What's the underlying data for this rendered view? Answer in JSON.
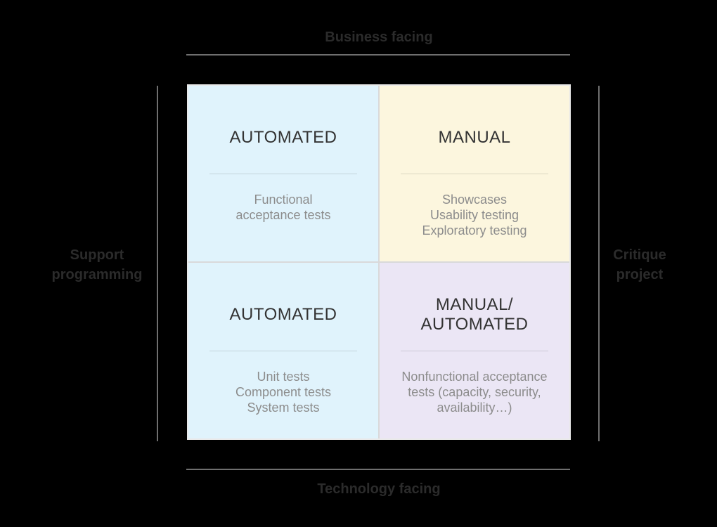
{
  "axes": {
    "top": {
      "label": "Business facing"
    },
    "bottom": {
      "label": "Technology facing"
    },
    "left": {
      "label": "Support\nprogramming"
    },
    "right": {
      "label": "Critique\nproject"
    }
  },
  "quadrants": {
    "top_left": {
      "heading": "AUTOMATED",
      "body": "Functional\nacceptance tests",
      "bg": "#e0f3fc"
    },
    "top_right": {
      "heading": "MANUAL",
      "body": "Showcases\nUsability testing\nExploratory testing",
      "bg": "#fcf6de"
    },
    "bottom_left": {
      "heading": "AUTOMATED",
      "body": "Unit tests\nComponent tests\nSystem tests",
      "bg": "#e0f3fc"
    },
    "bottom_right": {
      "heading": "MANUAL/\nAUTOMATED",
      "body": "Nonfunctional acceptance\ntests (capacity, security,\navailability…)",
      "bg": "#ebe6f5"
    }
  },
  "colors": {
    "page_background": "#000000",
    "axis_line": "#6f6f6f",
    "axis_label_text": "#2b2b2b",
    "quadrant_heading_text": "#333333",
    "quadrant_body_text": "#8c8c8c",
    "grid_gap": "#d9d9da",
    "grid_border": "#e9e9e9"
  }
}
